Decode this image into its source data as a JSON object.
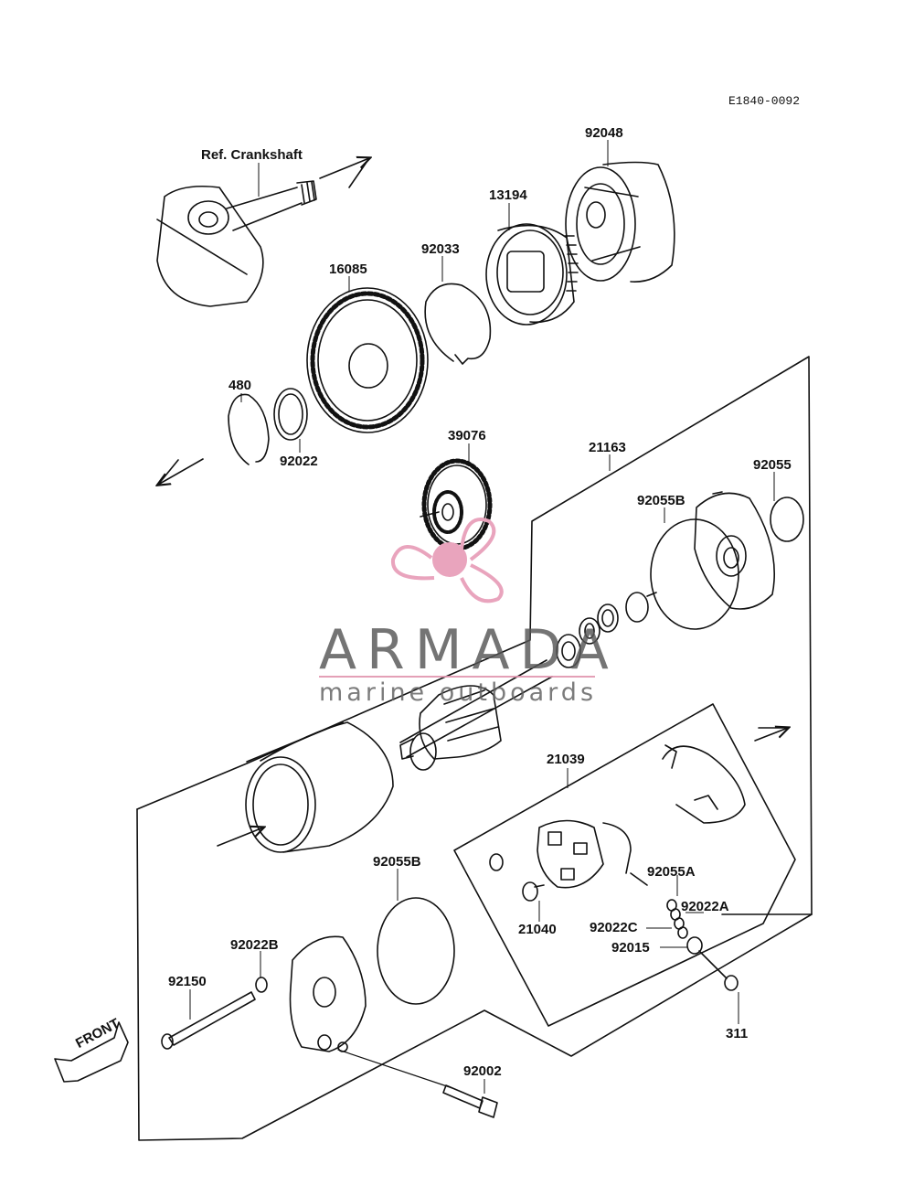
{
  "diagram": {
    "code": "E1840-0092",
    "crankshaft_label": "Ref. Crankshaft",
    "front_label": "FRONT",
    "parts": [
      {
        "id": "p-92048",
        "label": "92048"
      },
      {
        "id": "p-13194",
        "label": "13194"
      },
      {
        "id": "p-92033",
        "label": "92033"
      },
      {
        "id": "p-16085",
        "label": "16085"
      },
      {
        "id": "p-480",
        "label": "480"
      },
      {
        "id": "p-92022",
        "label": "92022"
      },
      {
        "id": "p-39076",
        "label": "39076"
      },
      {
        "id": "p-21163",
        "label": "21163"
      },
      {
        "id": "p-92055",
        "label": "92055"
      },
      {
        "id": "p-92055B-top",
        "label": "92055B"
      },
      {
        "id": "p-21039",
        "label": "21039"
      },
      {
        "id": "p-92055B-bottom",
        "label": "92055B"
      },
      {
        "id": "p-92055A",
        "label": "92055A"
      },
      {
        "id": "p-92022A",
        "label": "92022A"
      },
      {
        "id": "p-92022C",
        "label": "92022C"
      },
      {
        "id": "p-92015",
        "label": "92015"
      },
      {
        "id": "p-21040",
        "label": "21040"
      },
      {
        "id": "p-92022B",
        "label": "92022B"
      },
      {
        "id": "p-92150",
        "label": "92150"
      },
      {
        "id": "p-311",
        "label": "311"
      },
      {
        "id": "p-92002",
        "label": "92002"
      }
    ]
  },
  "watermark": {
    "brand": "ARMADA",
    "tagline": "marine outboards",
    "color": "#e9a4bd"
  }
}
